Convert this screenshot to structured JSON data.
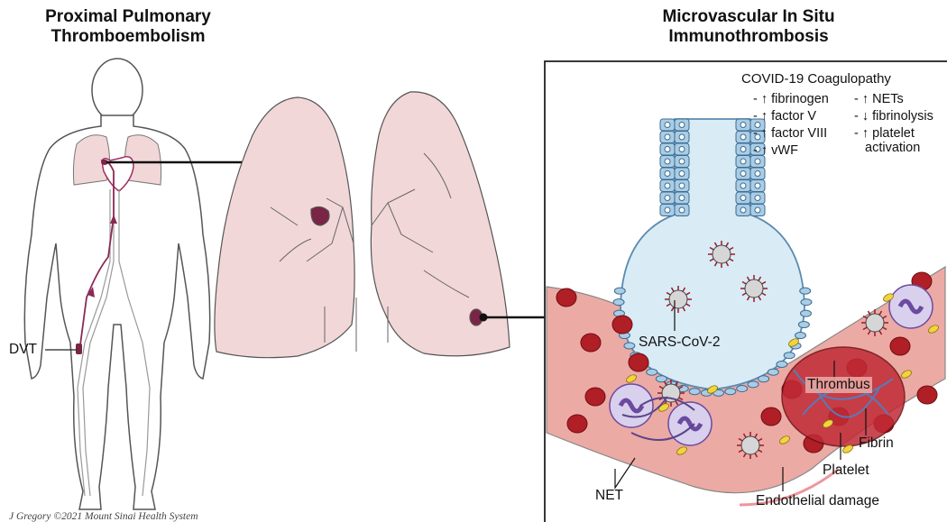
{
  "titles": {
    "left_line1": "Proximal Pulmonary",
    "left_line2": "Thromboembolism",
    "right_line1": "Microvascular In Situ",
    "right_line2": "Immunothrombosis"
  },
  "coagulopathy": {
    "heading": "COVID-19 Coagulopathy",
    "left_items": [
      "- ↑ fibrinogen",
      "- ↑ factor V",
      "- ↑ factor VIII",
      "- ↑ vWF"
    ],
    "right_items": [
      "- ↑ NETs",
      "- ↓ fibrinolysis",
      "- ↑ platelet",
      "activation"
    ]
  },
  "labels": {
    "dvt": "DVT",
    "virus": "SARS-CoV-2",
    "thrombus": "Thrombus",
    "fibrin": "Fibrin",
    "platelet": "Platelet",
    "net": "NET",
    "endothelial": "Endothelial damage"
  },
  "credit": "J Gregory ©2021 Mount Sinai Health System",
  "colors": {
    "lung_fill": "#f2d7d8",
    "clot": "#7a2446",
    "alveolus_fill": "#d9ebf5",
    "cell_fill": "#a9cde6",
    "vessel_fill": "#ecaaa4",
    "rbc": "#b01e26",
    "neutrophil": "#6b4aa0",
    "platelet": "#f2d43c"
  }
}
